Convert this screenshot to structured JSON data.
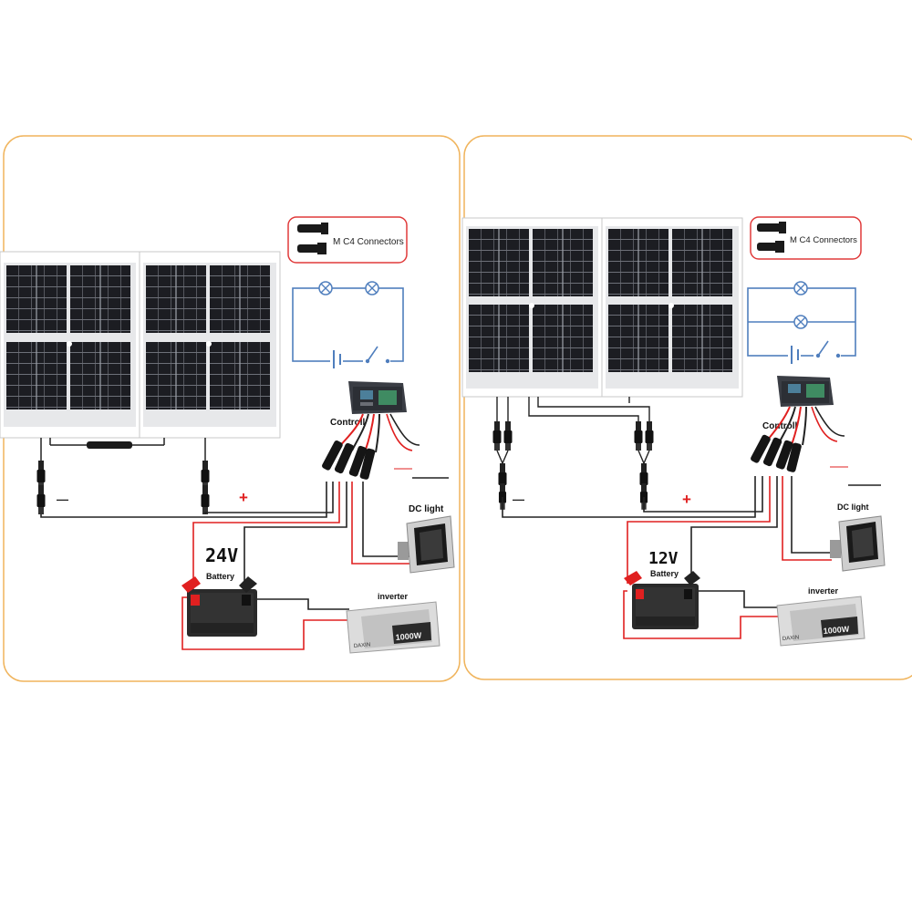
{
  "colors": {
    "frame": "#f0b45c",
    "connector_box": "#e03a3a",
    "circuit": "#4f7ebd",
    "wire_red": "#e02020",
    "wire_black": "#222222",
    "panel_cell": "#1c1d22",
    "battery": "#2a2a2a"
  },
  "icons": [
    "solar-panel-icon",
    "mc4-connector-icon",
    "bulb-icon",
    "charge-controller-icon",
    "battery-icon",
    "dc-light-icon",
    "inverter-icon",
    "switch-icon"
  ],
  "left": {
    "connector_label": "M  C4 Connectors",
    "controller_label": "Controll",
    "minus_label": "—",
    "plus_label": "+",
    "dc_light_label": "DC light",
    "voltage": "24V",
    "battery_label": "Battery",
    "inverter_label": "inverter",
    "inverter_brand": "DAXIN",
    "inverter_power": "1000W"
  },
  "right": {
    "connector_label": "M  C4 Connectors",
    "controller_label": "Controll",
    "minus_label": "—",
    "plus_label": "+",
    "dc_light_label": "DC light",
    "voltage": "12V",
    "battery_label": "Battery",
    "inverter_label": "inverter",
    "inverter_brand": "DAXIN",
    "inverter_power": "1000W"
  }
}
